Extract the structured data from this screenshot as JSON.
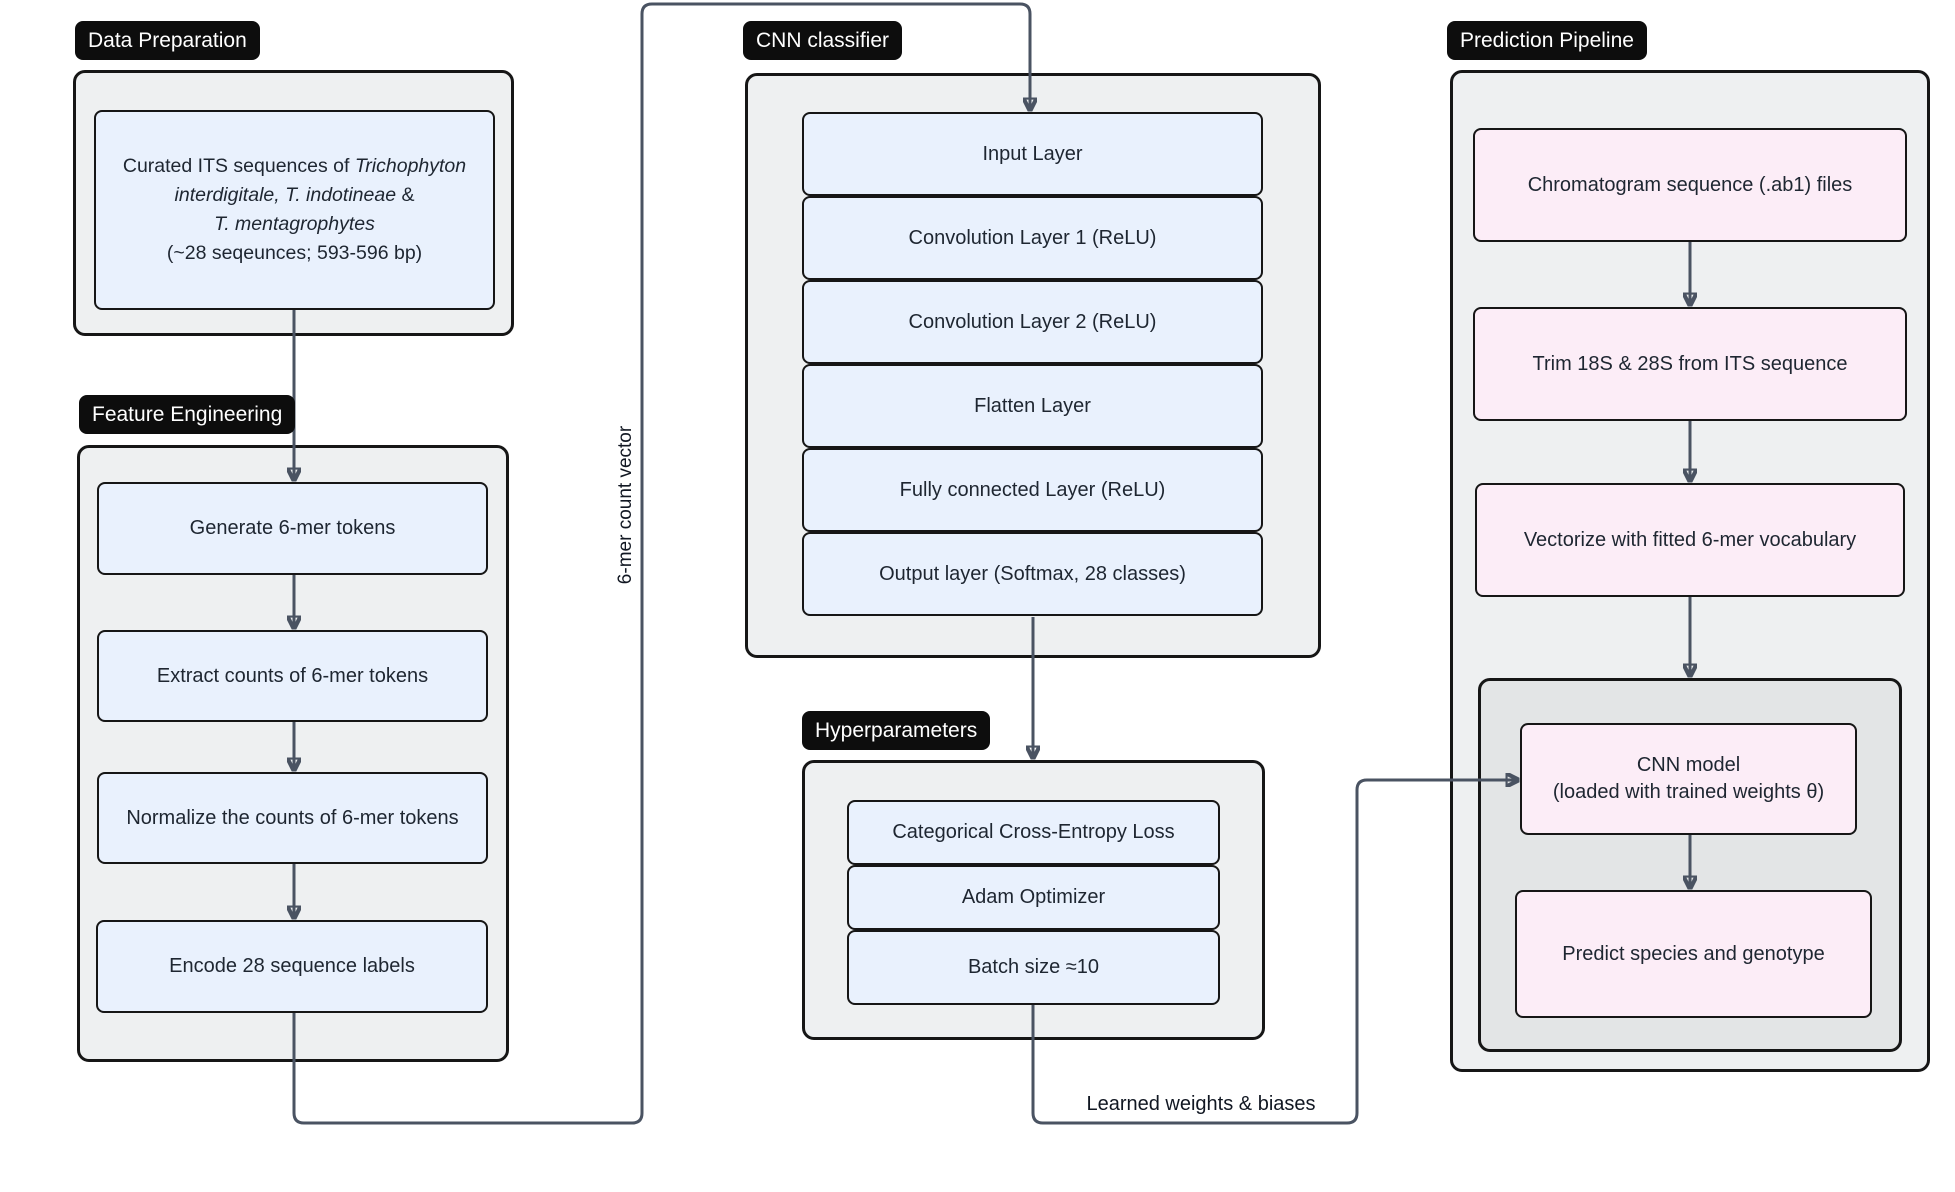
{
  "labels": {
    "data_preparation": "Data Preparation",
    "feature_engineering": "Feature Engineering",
    "cnn_classifier": "CNN classifier",
    "hyperparameters": "Hyperparameters",
    "prediction_pipeline": "Prediction Pipeline"
  },
  "data_preparation": {
    "curated_box": {
      "line1_regular": "Curated ITS sequences of ",
      "line1_italic": "Trichophyton",
      "line2_italic": "interdigitale, T. indotineae",
      "line2_regular": " &",
      "line3_italic": "T. mentagrophytes",
      "line4": "(~28 seqeunces; 593-596 bp)"
    }
  },
  "feature_engineering": {
    "steps": [
      "Generate 6-mer tokens",
      "Extract counts of 6-mer tokens",
      "Normalize the counts of 6-mer tokens",
      "Encode 28 sequence labels"
    ]
  },
  "cnn_classifier": {
    "layers": [
      "Input Layer",
      "Convolution Layer 1 (ReLU)",
      "Convolution Layer 2 (ReLU)",
      "Flatten Layer",
      "Fully connected Layer (ReLU)",
      "Output layer (Softmax, 28 classes)"
    ]
  },
  "hyperparameters": {
    "items": [
      "Categorical Cross-Entropy Loss",
      "Adam Optimizer",
      "Batch size ≈10"
    ]
  },
  "prediction_pipeline": {
    "steps": [
      "Chromatogram sequence (.ab1) files",
      "Trim 18S & 28S from ITS sequence",
      "Vectorize with fitted 6-mer vocabulary"
    ],
    "cnn_model": {
      "line1": "CNN model",
      "line2": "(loaded with trained weights θ)"
    },
    "predict": "Predict species and genotype"
  },
  "edge_labels": {
    "kmer_vector": "6-mer count vector",
    "learned_weights": "Learned weights & biases"
  },
  "colors": {
    "container_fill": "#eef0f1",
    "inner_container_fill": "#e3e5e6",
    "blue_box_fill": "#e9f1fd",
    "pink_box_fill": "#fcedf7",
    "label_bg": "#0d0d0d",
    "label_text": "#ffffff",
    "border": "#161616",
    "connector": "#4a5362",
    "text": "#1e2631"
  }
}
